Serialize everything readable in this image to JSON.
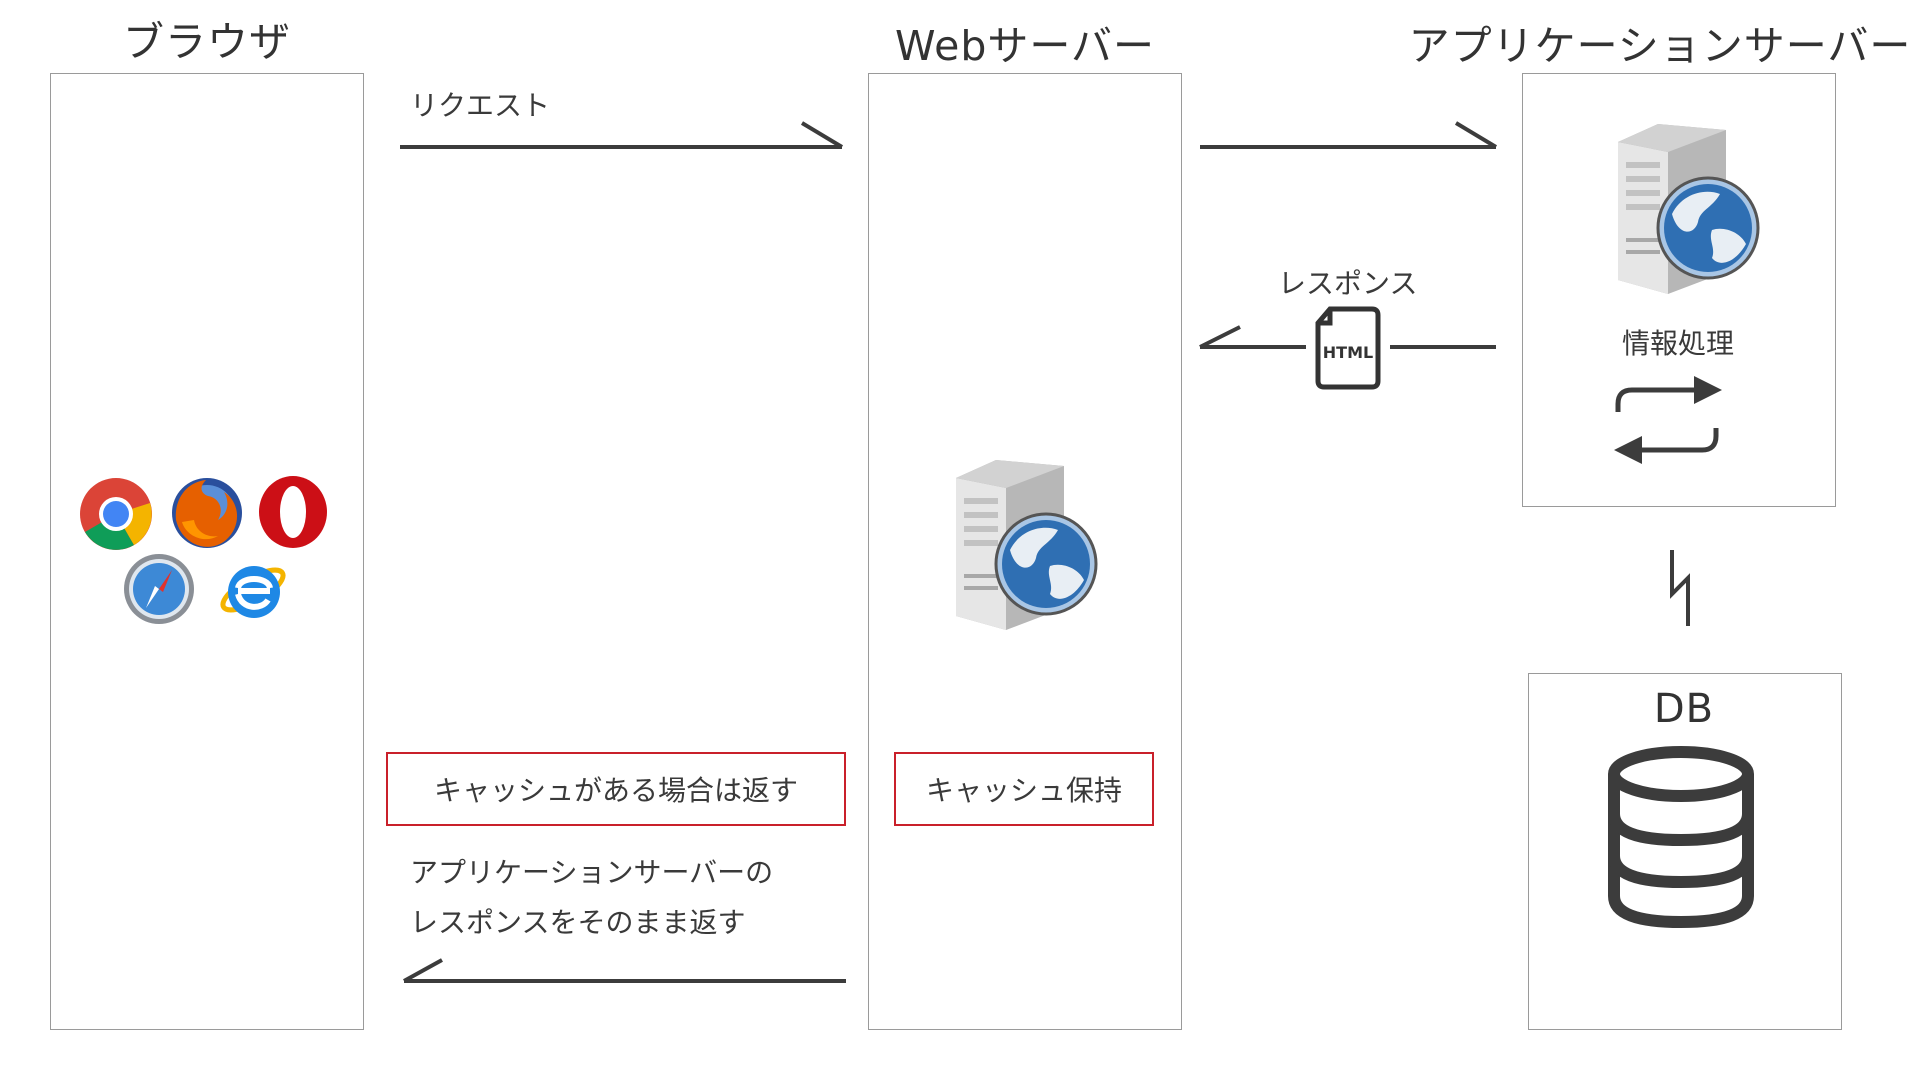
{
  "columns": {
    "browser": "ブラウザ",
    "web_server": "Webサーバー",
    "app_server": "アプリケーションサーバー"
  },
  "arrows": {
    "request": "リクエスト",
    "response": "レスポンス",
    "response_file": "HTML"
  },
  "app_server": {
    "processing": "情報処理"
  },
  "db": {
    "title": "DB"
  },
  "notes": {
    "cache_return": "キャッシュがある場合は返す",
    "cache_hold": "キャッシュ保持"
  },
  "return_text": {
    "line1": "アプリケーションサーバーの",
    "line2": "レスポンスをそのまま返す"
  },
  "icons": {
    "browsers": [
      "chrome-icon",
      "firefox-icon",
      "opera-icon",
      "safari-icon",
      "internet-explorer-icon"
    ],
    "server": "server-globe-icon",
    "database": "database-icon",
    "processing": "sync-arrows-icon",
    "file": "html-file-icon"
  },
  "colors": {
    "line": "#3c3c3c",
    "note_border": "#c9202a",
    "box_border": "#9a9a9a",
    "globe_blue": "#2f6fb3"
  }
}
